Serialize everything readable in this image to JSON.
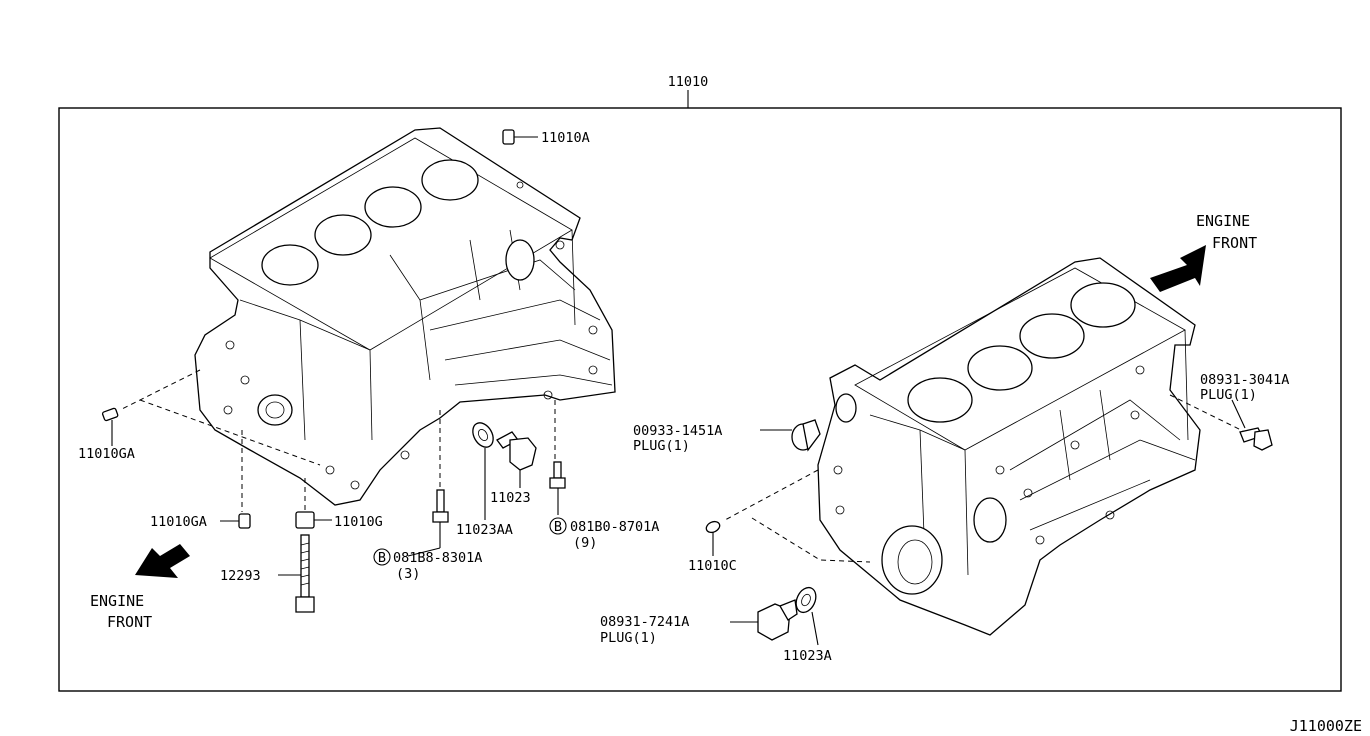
{
  "diagram": {
    "main_part_number": "11010",
    "figure_code": "J11000ZE",
    "engine_front_label_left": [
      "ENGINE",
      "FRONT"
    ],
    "engine_front_label_right": [
      "ENGINE",
      "FRONT"
    ],
    "callouts": {
      "c11010A": "11010A",
      "c11010GA_left": "11010GA",
      "c11010GA_bottom": "11010GA",
      "c11010G": "11010G",
      "c12293": "12293",
      "c11023AA": "11023AA",
      "c11023": "11023",
      "bolt1_code": "B",
      "bolt1_part": "081B8-8301A",
      "bolt1_qty": "(3)",
      "bolt2_code": "B",
      "bolt2_part": "081B0-8701A",
      "bolt2_qty": "(9)",
      "plug1_part": "00933-1451A",
      "plug1_desc": "PLUG(1)",
      "plug2_part": "08931-3041A",
      "plug2_desc": "PLUG(1)",
      "plug3_part": "08931-7241A",
      "plug3_desc": "PLUG(1)",
      "c11010C": "11010C",
      "c11023A": "11023A"
    }
  }
}
